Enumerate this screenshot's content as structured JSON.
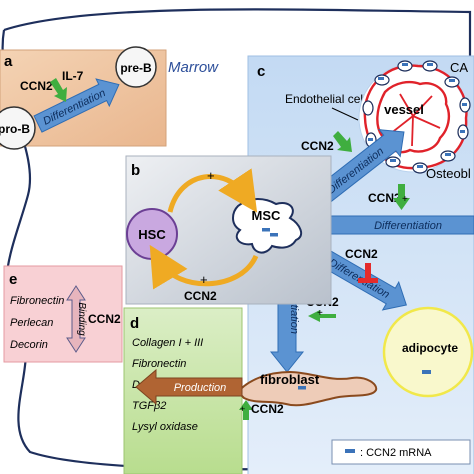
{
  "marrow_label": "Marrow",
  "panel_a": {
    "letter": "a",
    "cell_from": "pro-B",
    "cell_to": "pre-B",
    "process": "Differentiation",
    "factor_1": "CCN2",
    "factor_2": "IL-7"
  },
  "panel_b": {
    "letter": "b",
    "cell_1": "HSC",
    "cell_2": "MSC",
    "plus_top": "+",
    "plus_bottom": "+",
    "factor": "CCN2"
  },
  "panel_c": {
    "letter": "c",
    "corner_text": "CA",
    "endothelial": "Endothelial cell",
    "vessel": "vessel",
    "osteoblast": "Osteobl",
    "diff_vessel": "Differentiation",
    "diff_osteo": "Differentiation",
    "diff_adipo": "Differentiation",
    "diff_fibro": "Differentiation",
    "adipocyte": "adipocyte",
    "ccn2_vessel": "CCN2",
    "ccn2_osteo": "CCN2",
    "ccn2_adipo": "CCN2",
    "ccn2_fibro": "CCN2",
    "plus_fibro": "+"
  },
  "panel_d": {
    "letter": "d",
    "items": [
      "Collagen I + III",
      "Fibronectin",
      "Decorin",
      "TGFβ2",
      "Lysyl oxidase"
    ],
    "cell": "fibroblast",
    "process": "Production",
    "factor": "CCN2"
  },
  "panel_e": {
    "letter": "e",
    "items": [
      "Fibronectin",
      "Perlecan",
      "Decorin"
    ],
    "process": "Binding",
    "factor": "CCN2"
  },
  "legend": {
    "label": ": CCN2 mRNA"
  },
  "colors": {
    "panel_a_bg": "#f2c9a4",
    "panel_b_bg": "#d4d9e2",
    "panel_c_bg": "#cfe2f6",
    "panel_d_bg": "#cfe6b3",
    "panel_e_bg": "#f8d0d4",
    "blue_arrow": "#5b93d2",
    "green_arrow": "#3fae3f",
    "red_arrow": "#e42b2b",
    "orange_arrow": "#efaa23",
    "brown_arrow": "#b06433",
    "hsc_fill": "#c9a8e0",
    "adipocyte_fill": "#f9f8cc",
    "vessel_red": "#e0222a",
    "mrna": "#3b73b9"
  }
}
